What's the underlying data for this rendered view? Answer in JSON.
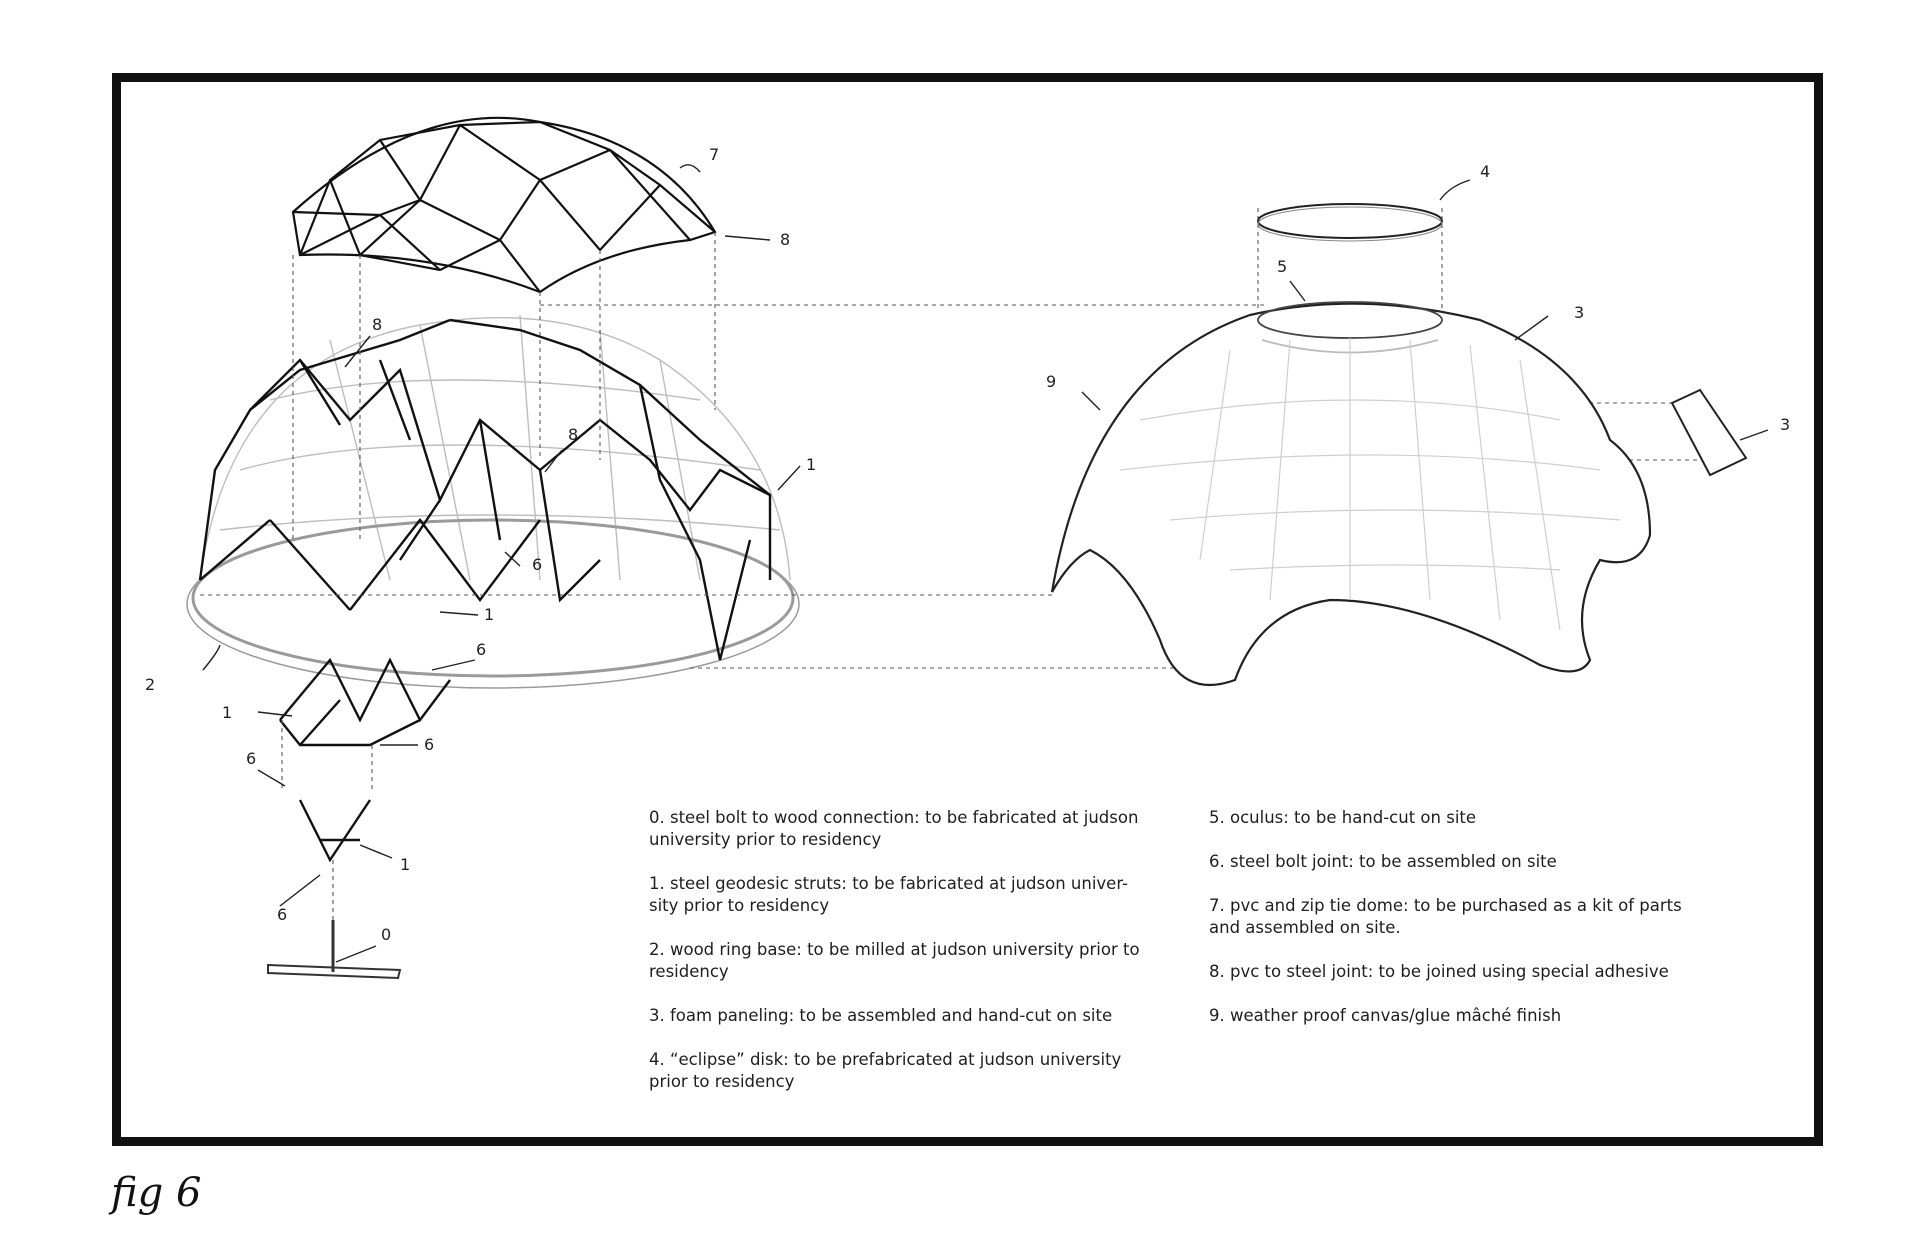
{
  "figure": {
    "caption": "fig 6"
  },
  "callouts": {
    "c7": "7",
    "c8_top": "8",
    "c8_mid": "8",
    "c8_center": "8",
    "c1_right": "1",
    "c6_mid": "6",
    "c1_mid": "1",
    "c6_b": "6",
    "c2": "2",
    "c1_low": "1",
    "c6_low": "6",
    "c6_left": "6",
    "c1_bottom": "1",
    "c6_bottom": "6",
    "c0": "0",
    "c4": "4",
    "c5": "5",
    "c3_top": "3",
    "c9": "9",
    "c3_right": "3"
  },
  "legend": {
    "items": [
      "0. steel bolt to wood connection: to be fabricated at judson university prior to residency",
      "1. steel geodesic struts: to be fabricated at judson univer-sity prior to residency",
      "2. wood ring base: to be milled at judson university prior to residency",
      "3. foam paneling: to be assembled and hand-cut on site",
      "4. “eclipse” disk: to be prefabricated at judson university prior to residency",
      "5. oculus: to be hand-cut on site",
      "6. steel bolt joint: to be assembled on site",
      "7. pvc and zip tie dome: to be purchased as a kit of parts and assembled on site.",
      "8. pvc to steel joint: to be joined using special adhesive",
      "9. weather proof canvas/glue mâché finish"
    ]
  }
}
